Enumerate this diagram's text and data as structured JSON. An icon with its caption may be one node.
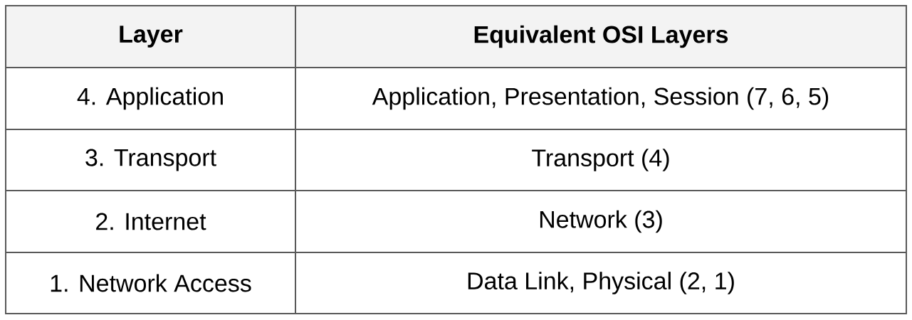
{
  "diagram": {
    "labels": [
      "Layer",
      "Equivalent OSI Layers",
      "4. Application",
      "Application, Presentation, Session (7, 6, 5)",
      "3. Transport",
      "Transport (4)",
      "2. Internet",
      "Network (3)",
      "1. Network Access",
      "Data Link, Physical (2, 1)"
    ]
  }
}
